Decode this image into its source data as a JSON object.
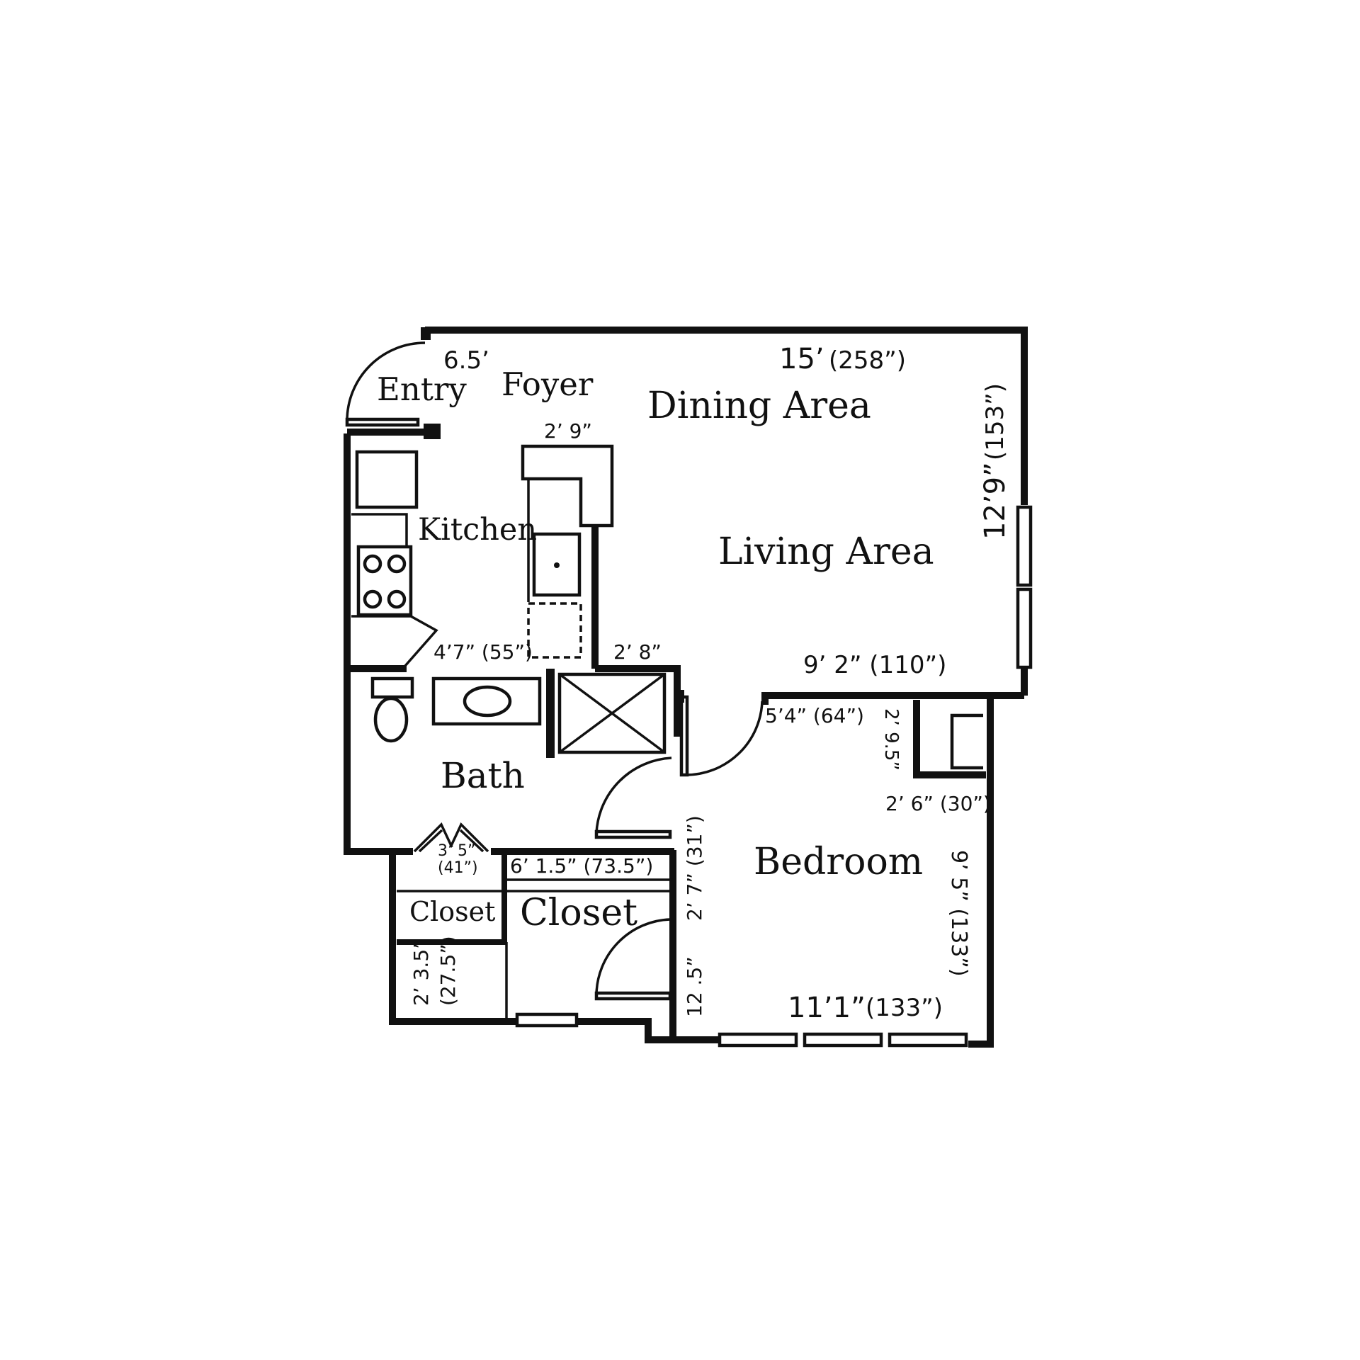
{
  "rooms": {
    "entry": "Entry",
    "foyer": "Foyer",
    "dining": "Dining Area",
    "kitchen": "Kitchen",
    "living": "Living Area",
    "bath": "Bath",
    "bedroom": "Bedroom",
    "closet_small": "Closet",
    "closet_large": "Closet"
  },
  "dimensions": {
    "entry_width": "6.5’",
    "overall_width_big": "15’",
    "overall_width_paren": "(258”)",
    "overall_depth_big": "12’9”",
    "overall_depth_paren": "(153”)",
    "counter_width": "2’ 9”",
    "kitchen_width": "4’7” (55”)",
    "hall_width": "2’ 8”",
    "living_wall": "9’ 2” (110”)",
    "bedroom_door_wall": "5’4” (64”)",
    "bump_depth": "2’ 9.5”",
    "bump_width": "2’ 6” (30”)",
    "bedroom_depth": "9’ 5” (133”)",
    "bedroom_width_big": "11’1”",
    "bedroom_width_paren": "(133”)",
    "linen_width_a": "3’ 5”",
    "linen_width_b": "(41”)",
    "closet_width": "6’ 1.5” (73.5”)",
    "closet_depth": "2’ 7” (31”)",
    "closet_jog": "12 .5”",
    "storage_a": "2’ 3.5”",
    "storage_b": "(27.5”)"
  }
}
